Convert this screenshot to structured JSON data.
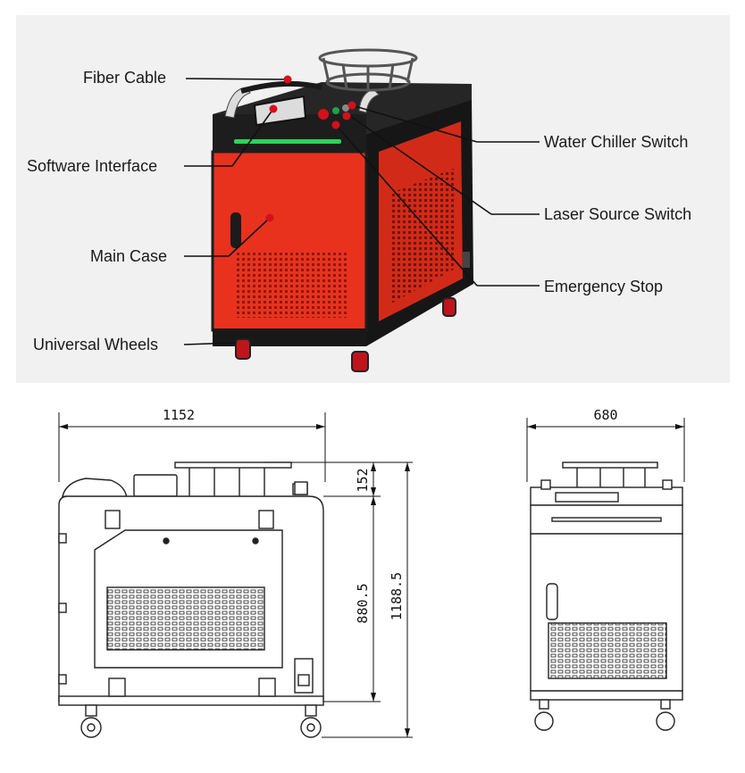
{
  "callouts": {
    "fiber_cable": "Fiber Cable",
    "software_interface": "Software Interface",
    "main_case": "Main Case",
    "universal_wheels": "Universal Wheels",
    "water_chiller_switch": "Water Chiller Switch",
    "laser_source_switch": "Laser Source Switch",
    "emergency_stop": "Emergency Stop"
  },
  "dimensions": {
    "side_width": "1152",
    "front_width": "680",
    "top_section_height": "152",
    "body_height": "880.5",
    "total_height": "1188.5"
  },
  "colors": {
    "case_red": "#e8321e",
    "case_dark": "#1d1d1d",
    "indicator_green": "#2bd45a",
    "marker_red": "#d4101c",
    "wheel_red": "#c0141c"
  }
}
